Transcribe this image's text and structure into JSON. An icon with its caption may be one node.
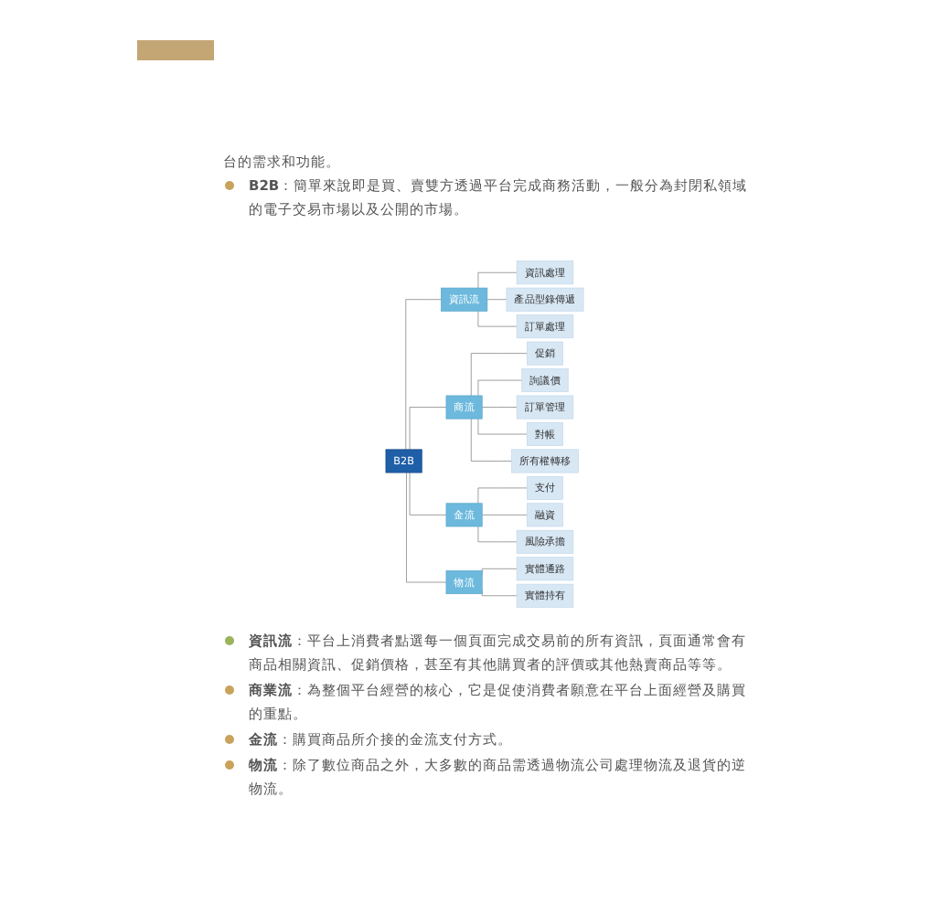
{
  "diagram": {
    "nodes": [
      {
        "text": [
          "B2B"
        ]
      },
      {
        "text": [
          "資訊流"
        ]
      },
      {
        "text": [
          "商流"
        ]
      },
      {
        "text": [
          "金流"
        ]
      },
      {
        "text": [
          "物流"
        ]
      },
      {
        "text": [
          "資訊處理"
        ]
      },
      {
        "text": [
          "產品型錄傳遞"
        ]
      },
      {
        "text": [
          "訂單處理"
        ]
      },
      {
        "text": [
          "促銷"
        ]
      },
      {
        "text": [
          "詢議價"
        ]
      },
      {
        "text": [
          "訂單管理"
        ]
      },
      {
        "text": [
          "對帳"
        ]
      },
      {
        "text": [
          "所有權轉移"
        ]
      },
      {
        "text": [
          "支付"
        ]
      },
      {
        "text": [
          "融資"
        ]
      },
      {
        "text": [
          "風險承擔"
        ]
      },
      {
        "text": [
          "實體通路"
        ]
      },
      {
        "text": [
          "實體持有"
        ]
      }
    ],
    "edges": [
      {
        "from": 0,
        "to": 1,
        "arrow": "none"
      },
      {
        "from": 0,
        "to": 2,
        "arrow": "none"
      },
      {
        "from": 0,
        "to": 3,
        "arrow": "none"
      },
      {
        "from": 0,
        "to": 4,
        "arrow": "none"
      },
      {
        "from": 1,
        "to": 5,
        "arrow": "none"
      },
      {
        "from": 1,
        "to": 6,
        "arrow": "none"
      },
      {
        "from": 1,
        "to": 7,
        "arrow": "none"
      },
      {
        "from": 2,
        "to": 8,
        "arrow": "none"
      },
      {
        "from": 2,
        "to": 9,
        "arrow": "none"
      },
      {
        "from": 2,
        "to": 10,
        "arrow": "none"
      },
      {
        "from": 2,
        "to": 11,
        "arrow": "none"
      },
      {
        "from": 2,
        "to": 12,
        "arrow": "none"
      },
      {
        "from": 3,
        "to": 13,
        "arrow": "none"
      },
      {
        "from": 3,
        "to": 14,
        "arrow": "none"
      },
      {
        "from": 3,
        "to": 15,
        "arrow": "none"
      },
      {
        "from": 4,
        "to": 16,
        "arrow": "none"
      },
      {
        "from": 4,
        "to": 17,
        "arrow": "none"
      }
    ],
    "labels": [
      "台的需求和功能。",
      "**B2B**：簡單來說即是買、賣雙方透過平台完成商務活動，一般分為封閉私領域的電子交易市場以及公開的市場。",
      "**資訊流**：平台上消費者點選每一個頁面完成交易前的所有資訊，頁面通常會有商品相關資訊、促銷價格，甚至有其他購買者的評價或其他熱賣商品等等。",
      "**商業流**：為整個平台經營的核心，它是促使消費者願意在平台上面經營及購買的重點。",
      "**金流**：購買商品所介接的金流支付方式。",
      "**物流**：除了數位商品之外，大多數的商品需透過物流公司處理物流及退貨的逆物流。"
    ]
  }
}
